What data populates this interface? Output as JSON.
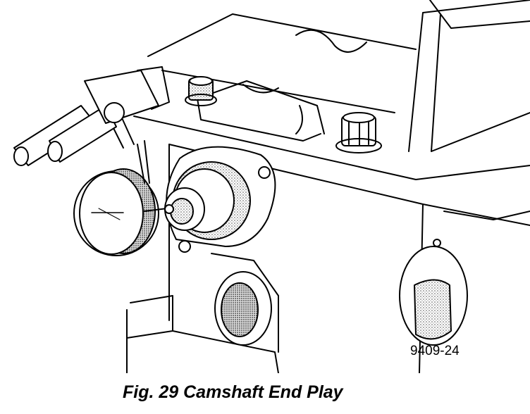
{
  "figure": {
    "reference_number": "9409-24",
    "caption": "Fig. 29 Camshaft End Play",
    "illustration_icon": "dial-indicator-on-engine-head-illustration"
  },
  "colors": {
    "ink": "#000000",
    "paper": "#ffffff",
    "stipple": "#8a8a8a"
  }
}
